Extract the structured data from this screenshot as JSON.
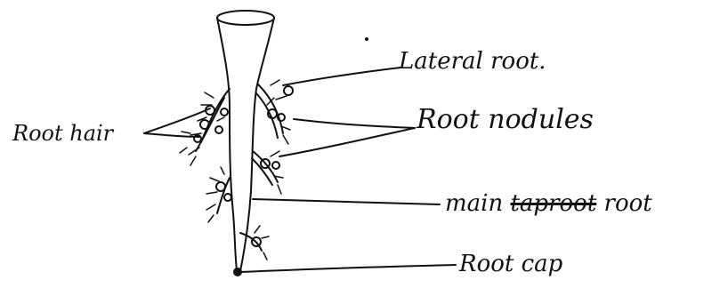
{
  "labels": {
    "lateral_root": "Lateral root.",
    "root_nodules": "Root nodules",
    "root_hair": "Root hair",
    "main_root_prefix": "main",
    "main_root_struck_1": "tap",
    "main_root_struck_2": "root",
    "main_root_suffix": "root",
    "root_cap": "Root cap"
  },
  "colors": {
    "ink": "#111111",
    "paper": "#ffffff"
  }
}
